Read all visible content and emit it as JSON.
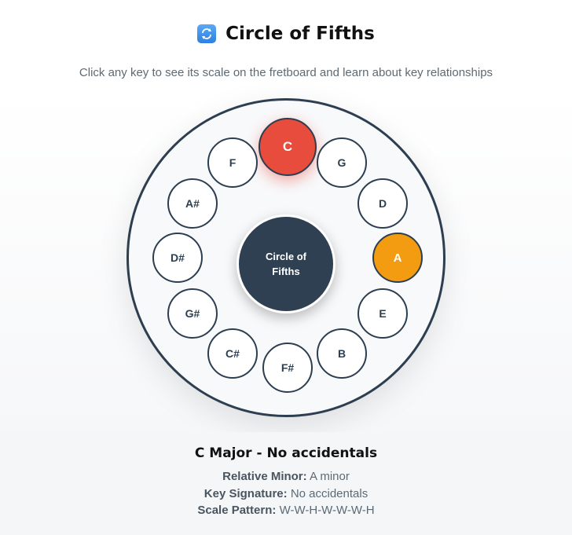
{
  "header": {
    "title_icon": "refresh-arrows-icon",
    "title": "Circle of Fifths",
    "subtitle": "Click any key to see its scale on the fretboard and learn about key relationships"
  },
  "wheel": {
    "center_label": "Circle of Fifths",
    "keys": [
      {
        "label": "C",
        "state": "selected"
      },
      {
        "label": "G"
      },
      {
        "label": "D"
      },
      {
        "label": "A",
        "state": "relative-minor"
      },
      {
        "label": "E"
      },
      {
        "label": "B"
      },
      {
        "label": "F#"
      },
      {
        "label": "C#"
      },
      {
        "label": "G#"
      },
      {
        "label": "D#"
      },
      {
        "label": "A#"
      },
      {
        "label": "F"
      }
    ],
    "colors": {
      "selected": "#e74c3c",
      "relative_minor": "#f39c12",
      "ring": "#2c3e50",
      "center": "#2f4053"
    }
  },
  "info": {
    "title": "C Major - No accidentals",
    "relative_minor_label": "Relative Minor:",
    "relative_minor_value": "A minor",
    "key_signature_label": "Key Signature:",
    "key_signature_value": "No accidentals",
    "scale_pattern_label": "Scale Pattern:",
    "scale_pattern_value": "W-W-H-W-W-W-H"
  }
}
